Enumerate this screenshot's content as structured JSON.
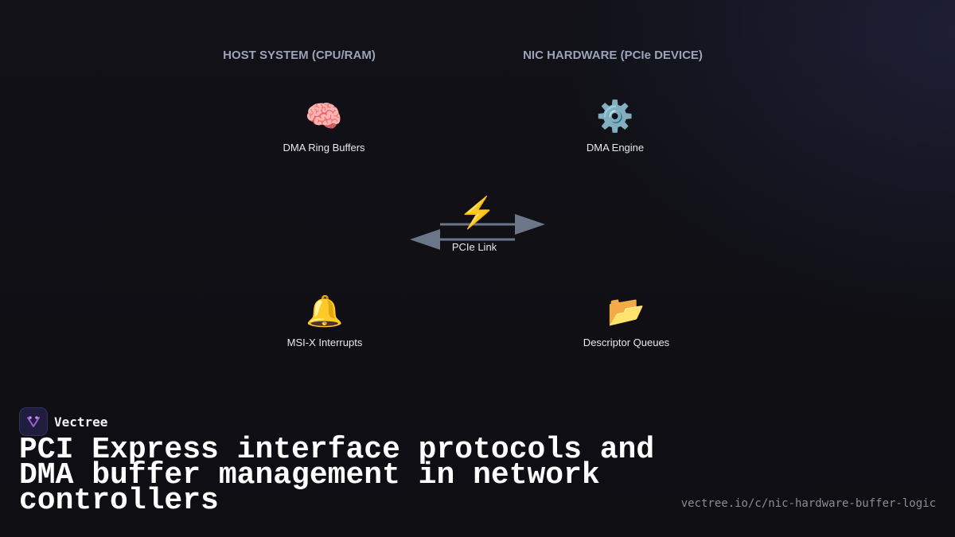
{
  "diagram": {
    "columns": [
      {
        "id": "host",
        "header": "HOST SYSTEM (CPU/RAM)"
      },
      {
        "id": "nic",
        "header": "NIC HARDWARE (PCIe DEVICE)"
      }
    ],
    "nodes": [
      {
        "id": "dma-ring-buffers",
        "icon": "brain-icon",
        "glyph": "🧠",
        "label": "DMA Ring Buffers"
      },
      {
        "id": "dma-engine",
        "icon": "gear-icon",
        "glyph": "⚙️",
        "label": "DMA Engine"
      },
      {
        "id": "msi-x-interrupts",
        "icon": "bell-icon",
        "glyph": "🔔",
        "label": "MSI-X Interrupts"
      },
      {
        "id": "descriptor-queues",
        "icon": "open-folder-icon",
        "glyph": "📂",
        "label": "Descriptor Queues"
      }
    ],
    "link": {
      "icon": "lightning-icon",
      "glyph": "⚡",
      "label": "PCIe Link",
      "direction": "bidirectional"
    }
  },
  "brand": {
    "name": "Vectree",
    "logo_icon": "vectree-logo-icon"
  },
  "title": "PCI Express interface protocols and DMA buffer management in network controllers",
  "url": "vectree.io/c/nic-hardware-buffer-logic",
  "colors": {
    "background": "#0e0e13",
    "header_text": "#9aa3b8",
    "arrow": "#6b7689",
    "logo_accent": "#a45cd6"
  }
}
